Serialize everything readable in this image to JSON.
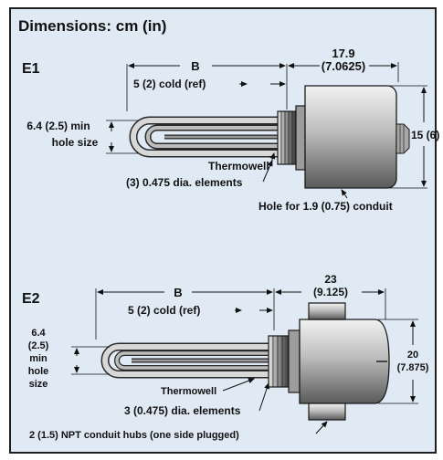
{
  "title": "Dimensions: cm (in)",
  "e1": {
    "label": "E1",
    "dim_b": "B",
    "cold": "5 (2) cold (ref)",
    "length_cm": "17.9",
    "length_in": "(7.0625)",
    "hole_line1": "6.4 (2.5) min",
    "hole_line2": "hole size",
    "height": "15 (6)",
    "thermowell": "Thermowell",
    "elements": "(3) 0.475 dia. elements",
    "conduit": "Hole for 1.9 (0.75) conduit"
  },
  "e2": {
    "label": "E2",
    "dim_b": "B",
    "cold": "5 (2) cold (ref)",
    "length_cm": "23",
    "length_in": "(9.125)",
    "hole_lines": [
      "6.4",
      "(2.5)",
      "min",
      "hole",
      "size"
    ],
    "height_cm": "20",
    "height_in": "(7.875)",
    "thermowell": "Thermowell",
    "elements": "3 (0.475) dia. elements",
    "hubs": "2 (1.5) NPT conduit hubs (one side plugged)"
  }
}
